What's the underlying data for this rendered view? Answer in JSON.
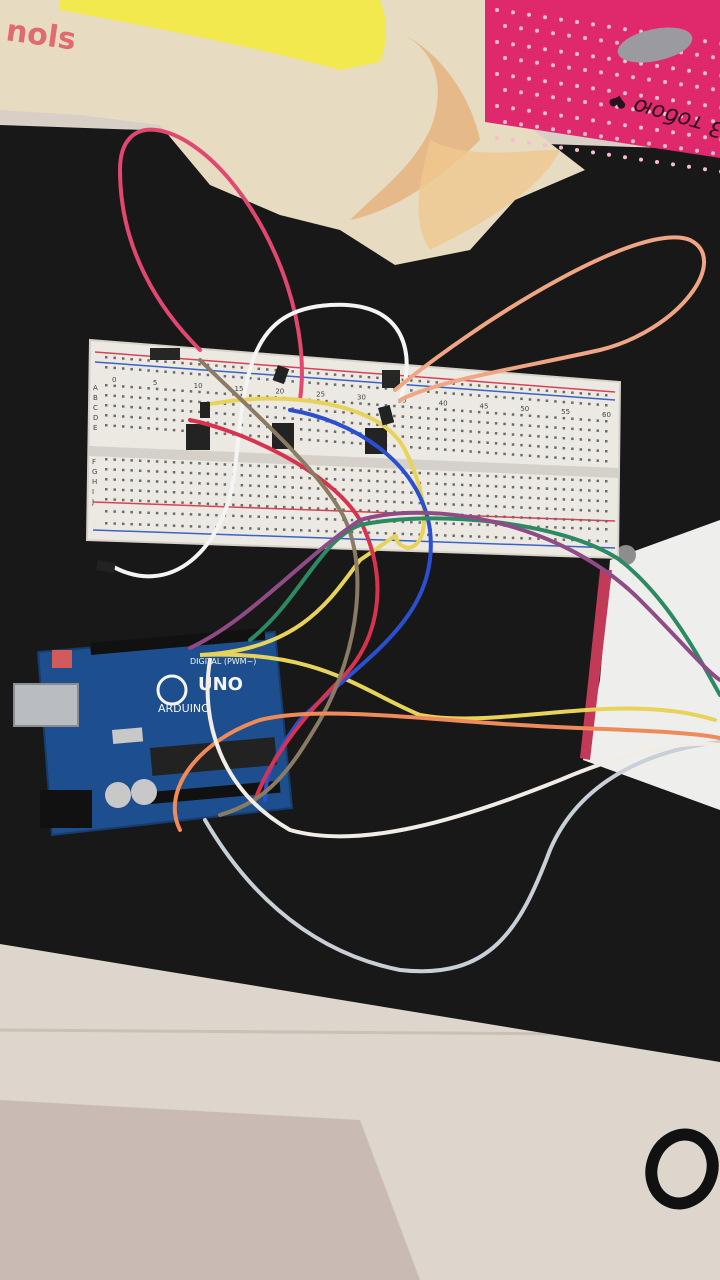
{
  "photo": {
    "box_text": "3 тобою ❤",
    "bag_text": "nols",
    "board_texts": {
      "brand": "ARDUINO",
      "model": "UNO",
      "digital": "DIGITAL (PWM~)"
    },
    "breadboard_numbers": [
      "0",
      "5",
      "10",
      "15",
      "20",
      "25",
      "30",
      "35",
      "40",
      "45",
      "50",
      "55",
      "60"
    ],
    "breadboard_rows_top": [
      "A",
      "B",
      "C",
      "D",
      "E"
    ],
    "breadboard_rows_bottom": [
      "F",
      "G",
      "H",
      "I",
      "J"
    ]
  },
  "colors": {
    "table": "#181818",
    "floor": "#d9d2c9",
    "breadboard": "#ece9e2",
    "arduino": "#1d4f8e",
    "wire_pink": "#e1476f",
    "wire_white": "#f4f4f4",
    "wire_salmon": "#f0a585",
    "wire_yellow": "#e7d35a",
    "wire_blue": "#2a50d0",
    "wire_red": "#d7334f",
    "wire_brown": "#8b7a64",
    "wire_green": "#2c8a63",
    "wire_purple": "#8e4b86",
    "wire_orange": "#ef8a5a",
    "wire_gray": "#c9cfd6"
  }
}
